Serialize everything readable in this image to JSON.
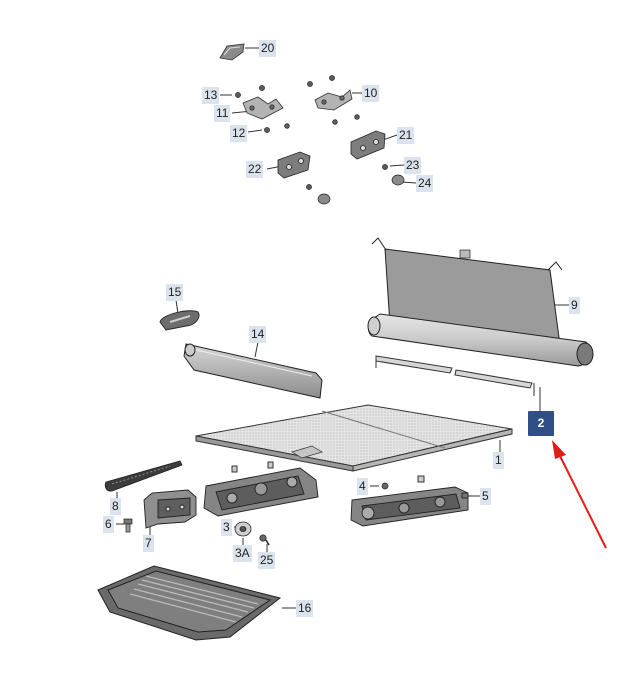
{
  "diagram": {
    "callouts": {
      "c20": "20",
      "c13": "13",
      "c10": "10",
      "c11": "11",
      "c12": "12",
      "c21": "21",
      "c22": "22",
      "c23": "23",
      "c24": "24",
      "c9": "9",
      "c15": "15",
      "c14": "14",
      "c2": "2",
      "c1": "1",
      "c4": "4",
      "c5": "5",
      "c8": "8",
      "c6": "6",
      "c7": "7",
      "c3": "3",
      "c3a": "3A",
      "c25": "25",
      "c16": "16"
    },
    "highlight_color": "#2f4f86",
    "arrow_color": "#e31b1b"
  }
}
